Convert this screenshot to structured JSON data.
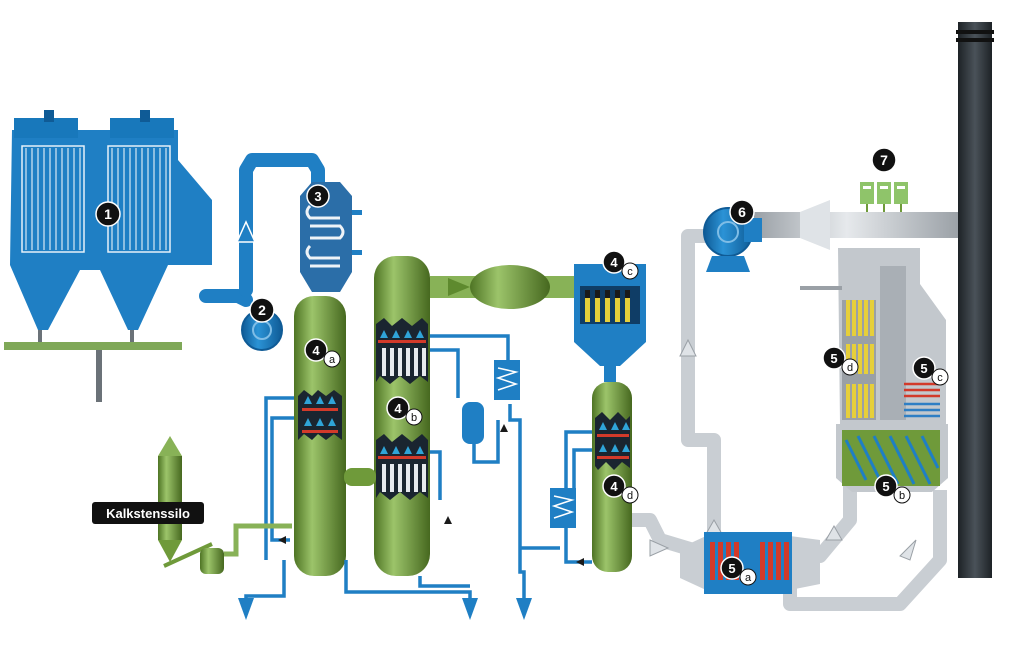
{
  "labels": {
    "silo": "Kalkstenssilo"
  },
  "markers": {
    "m1": "1",
    "m2": "2",
    "m3": "3",
    "m4a": {
      "num": "4",
      "sub": "a"
    },
    "m4b": {
      "num": "4",
      "sub": "b"
    },
    "m4c": {
      "num": "4",
      "sub": "c"
    },
    "m4d": {
      "num": "4",
      "sub": "d"
    },
    "m5a": {
      "num": "5",
      "sub": "a"
    },
    "m5b": {
      "num": "5",
      "sub": "b"
    },
    "m5c": {
      "num": "5",
      "sub": "c"
    },
    "m5d": {
      "num": "5",
      "sub": "d"
    },
    "m6": "6",
    "m7": "7"
  },
  "colors": {
    "blue": "#1f7fc4",
    "blue_dark": "#115d99",
    "green": "#6f9a3a",
    "green_light": "#9cc46a",
    "grey_pipe": "#c9ced3",
    "stack": "#2d3338",
    "marker_bg": "#111111",
    "red_coil": "#d23a2a",
    "yellow": "#e6cf3a"
  }
}
